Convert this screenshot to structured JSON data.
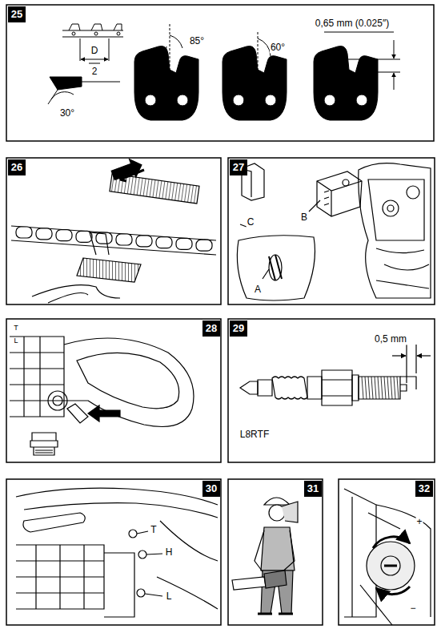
{
  "diagram": {
    "labels": [
      "25",
      "D",
      "2",
      "30°",
      "85°",
      "60°",
      "0,65 mm (0.025″)",
      "26",
      "27",
      "A",
      "B",
      "C",
      "28",
      "T",
      "L",
      "29",
      "0,5 mm",
      "L8RTF",
      "30",
      "T",
      "H",
      "L",
      "31",
      "32",
      "+",
      "−"
    ]
  }
}
